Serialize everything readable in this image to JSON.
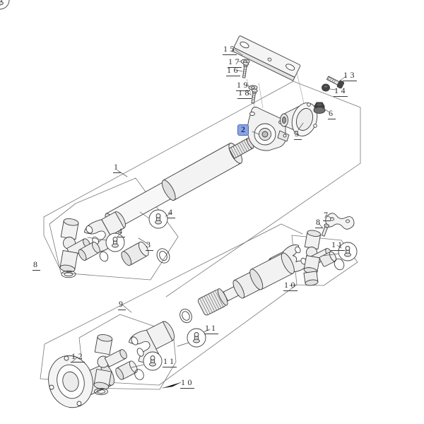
{
  "canvas": {
    "background": "#ffffff",
    "line_color": "#3d3d3d",
    "boundary_color": "#787878"
  },
  "selection": {
    "selected_callout": "2",
    "highlight_fill": "#8ca5de",
    "highlight_border": "#4c63c0",
    "highlight_text_color": "#1b2b85"
  },
  "callouts": [
    {
      "text": "15",
      "underline": true
    },
    {
      "text": "17",
      "underline": true
    },
    {
      "text": "16",
      "underline": true
    },
    {
      "text": "19",
      "underline": true
    },
    {
      "text": "18",
      "underline": true
    },
    {
      "text": "13",
      "underline": true
    },
    {
      "text": "14",
      "underline": true
    },
    {
      "text": "6",
      "underline": true
    },
    {
      "text": "5",
      "underline": true
    },
    {
      "text": "2",
      "underline": false,
      "highlighted": true
    },
    {
      "text": "1",
      "underline": true
    },
    {
      "text": "4",
      "underline": true
    },
    {
      "text": "4",
      "underline": true
    },
    {
      "text": "3",
      "underline": true
    },
    {
      "text": "8",
      "underline": true
    },
    {
      "text": "7",
      "underline": true
    },
    {
      "text": "8",
      "underline": true
    },
    {
      "text": "11",
      "underline": true
    },
    {
      "text": "10",
      "underline": true
    },
    {
      "text": "9",
      "underline": true
    },
    {
      "text": "11",
      "underline": true
    },
    {
      "text": "12",
      "underline": true
    },
    {
      "text": "11",
      "underline": true
    },
    {
      "text": "10",
      "underline": true
    }
  ]
}
